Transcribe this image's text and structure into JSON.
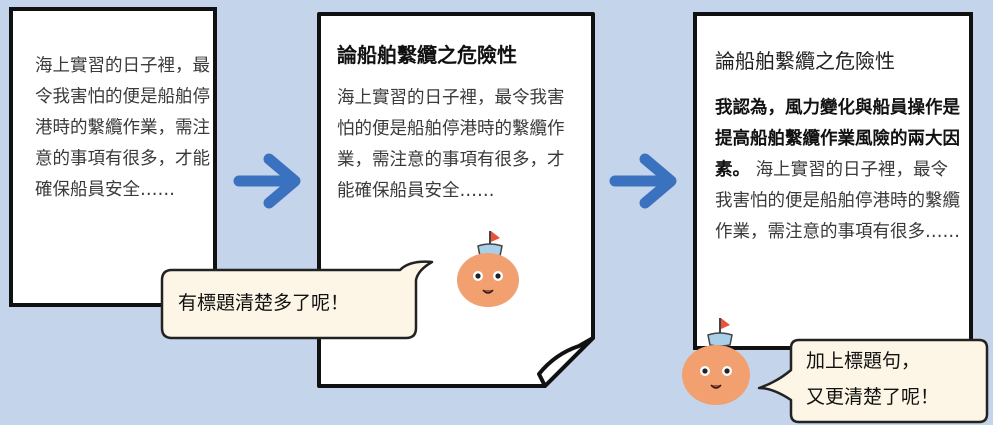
{
  "panel1": {
    "body": "海上實習的日子裡，最令我害怕的便是船舶停港時的繫纜作業，需注意的事項有很多，才能確保船員安全……"
  },
  "panel2": {
    "title": "論船舶繫纜之危險性",
    "body": "海上實習的日子裡，最令我害怕的便是船舶停港時的繫纜作業，需注意的事項有很多，才能確保船員安全……"
  },
  "panel3": {
    "title": "論船舶繫纜之危險性",
    "bold": "我認為，風力變化與船員操作是提高船舶繫纜作業風險的兩大因素。",
    "body": " 海上實習的日子裡，最令我害怕的便是船舶停港時的繫纜作業，需注意的事項有很多……"
  },
  "bubble1": {
    "text": "有標題清楚多了呢！"
  },
  "bubble2": {
    "line1": "加上標題句，",
    "line2": "又更清楚了呢！"
  },
  "colors": {
    "background": "#c4d4ea",
    "arrow": "#3a72bf",
    "mascot": "#f2a070",
    "bubble": "#fdf6e6"
  },
  "icons": [
    "right-arrow-icon",
    "mascot-icon"
  ]
}
